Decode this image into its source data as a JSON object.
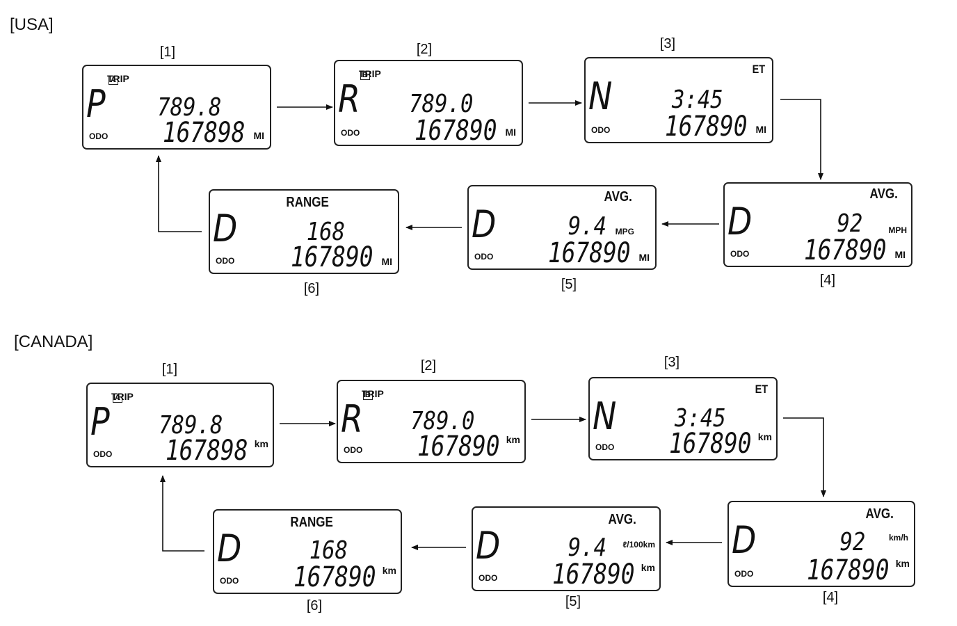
{
  "sections": {
    "usa": {
      "title": "[USA]",
      "panels": [
        {
          "label": "[1]",
          "gear": "P",
          "trip_label": "TRIP",
          "trip_box": "A",
          "mid_value": "789.8",
          "odo_label": "ODO",
          "odo_value": "167898",
          "odo_unit": "MI"
        },
        {
          "label": "[2]",
          "gear": "R",
          "trip_label": "TRIP",
          "trip_box": "B",
          "mid_value": "789.0",
          "odo_label": "ODO",
          "odo_value": "167890",
          "odo_unit": "MI"
        },
        {
          "label": "[3]",
          "gear": "N",
          "top_label": "ET",
          "mid_value": "3:45",
          "odo_label": "ODO",
          "odo_value": "167890",
          "odo_unit": "MI"
        },
        {
          "label": "[4]",
          "gear": "D",
          "top_label": "AVG.",
          "mid_value": "92",
          "mid_unit": "MPH",
          "odo_label": "ODO",
          "odo_value": "167890",
          "odo_unit": "MI"
        },
        {
          "label": "[5]",
          "gear": "D",
          "top_label": "AVG.",
          "mid_value": "9.4",
          "mid_unit": "MPG",
          "odo_label": "ODO",
          "odo_value": "167890",
          "odo_unit": "MI"
        },
        {
          "label": "[6]",
          "gear": "D",
          "top_label": "RANGE",
          "mid_value": "168",
          "odo_label": "ODO",
          "odo_value": "167890",
          "odo_unit": "MI"
        }
      ]
    },
    "canada": {
      "title": "[CANADA]",
      "panels": [
        {
          "label": "[1]",
          "gear": "P",
          "trip_label": "TRIP",
          "trip_box": "A",
          "mid_value": "789.8",
          "odo_label": "ODO",
          "odo_value": "167898",
          "odo_unit": "km"
        },
        {
          "label": "[2]",
          "gear": "R",
          "trip_label": "TRIP",
          "trip_box": "B",
          "mid_value": "789.0",
          "odo_label": "ODO",
          "odo_value": "167890",
          "odo_unit": "km"
        },
        {
          "label": "[3]",
          "gear": "N",
          "top_label": "ET",
          "mid_value": "3:45",
          "odo_label": "ODO",
          "odo_value": "167890",
          "odo_unit": "km"
        },
        {
          "label": "[4]",
          "gear": "D",
          "top_label": "AVG.",
          "mid_value": "92",
          "mid_unit": "km/h",
          "odo_label": "ODO",
          "odo_value": "167890",
          "odo_unit": "km"
        },
        {
          "label": "[5]",
          "gear": "D",
          "top_label": "AVG.",
          "mid_value": "9.4",
          "mid_unit": "ℓ/100km",
          "odo_label": "ODO",
          "odo_value": "167890",
          "odo_unit": "km"
        },
        {
          "label": "[6]",
          "gear": "D",
          "top_label": "RANGE",
          "mid_value": "168",
          "odo_label": "ODO",
          "odo_value": "167890",
          "odo_unit": "km"
        }
      ]
    }
  }
}
